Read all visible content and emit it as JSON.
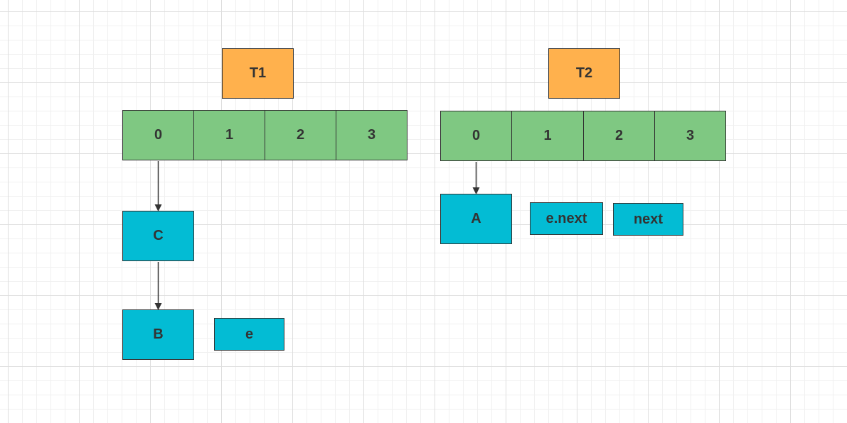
{
  "thread1": {
    "label": "T1"
  },
  "thread2": {
    "label": "T2"
  },
  "table1": {
    "cells": [
      "0",
      "1",
      "2",
      "3"
    ]
  },
  "table2": {
    "cells": [
      "0",
      "1",
      "2",
      "3"
    ]
  },
  "nodes": {
    "c": "C",
    "b": "B",
    "a": "A"
  },
  "pointers": {
    "e": "e",
    "e_next": "e.next",
    "next": "next"
  },
  "colors": {
    "thread_fill": "#ffb14d",
    "table_fill": "#7fc882",
    "node_fill": "#03bcd4",
    "stroke": "#333333"
  }
}
